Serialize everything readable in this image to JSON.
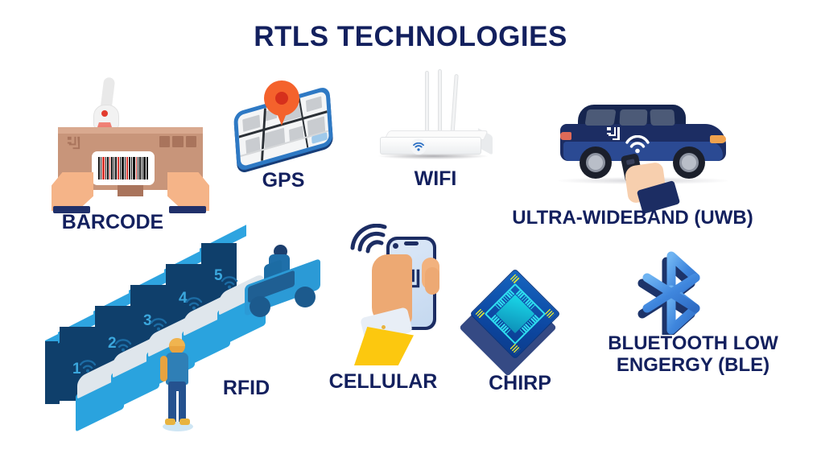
{
  "header": {
    "title": "RTLS TECHNOLOGIES"
  },
  "colors": {
    "title_navy": "#13205e",
    "label_navy": "#13205e",
    "accent_blue": "#2aa3de",
    "deep_blue": "#1c2d63",
    "bluetooth_blue": "#4a90e2",
    "background": "#ffffff",
    "box_tan": "#c8957a",
    "scanner_red": "#e8574b",
    "pin_orange": "#f4622c",
    "sleeve_yellow": "#fcc80f"
  },
  "technologies": [
    {
      "id": "barcode",
      "label": "BARCODE",
      "icon": "barcode-scanner-box-icon",
      "description": "Hands holding a cardboard box with a barcode label being scanned by a red laser scanner"
    },
    {
      "id": "gps",
      "label": "GPS",
      "icon": "map-location-pin-icon",
      "description": "Isometric street map with an orange location pin"
    },
    {
      "id": "wifi",
      "label": "WIFI",
      "icon": "wifi-router-icon",
      "description": "White wireless router with three antennas and a blue wifi badge"
    },
    {
      "id": "uwb",
      "label": "ULTRA-WIDEBAND (UWB)",
      "icon": "car-keyfob-icon",
      "description": "Navy blue SUV with a hand holding a key fob emitting a wireless signal"
    },
    {
      "id": "rfid",
      "label": "RFID",
      "icon": "warehouse-rfid-readers-icon",
      "description": "Isometric warehouse with numbered loading bays, RFID reader machines, a forklift and a worker"
    },
    {
      "id": "cellular",
      "label": "CELLULAR",
      "icon": "hand-smartphone-signal-icon",
      "description": "Hand in a yellow sleeve holding a smartphone emitting a signal"
    },
    {
      "id": "chirp",
      "label": "CHIRP",
      "icon": "microchip-icon",
      "description": "Blue microchip processor die rotated 45 degrees with cyan circuit traces"
    },
    {
      "id": "ble",
      "label": "BLUETOOTH LOW\nENGERGY (BLE)",
      "icon": "bluetooth-logo-icon",
      "description": "Classic Bluetooth rune logo in blue with a 3D navy shadow"
    }
  ],
  "rfid_scene": {
    "bay_numbers": [
      "1",
      "2",
      "3",
      "4",
      "5"
    ],
    "reader_count": 5,
    "has_forklift": true,
    "has_worker": true
  }
}
